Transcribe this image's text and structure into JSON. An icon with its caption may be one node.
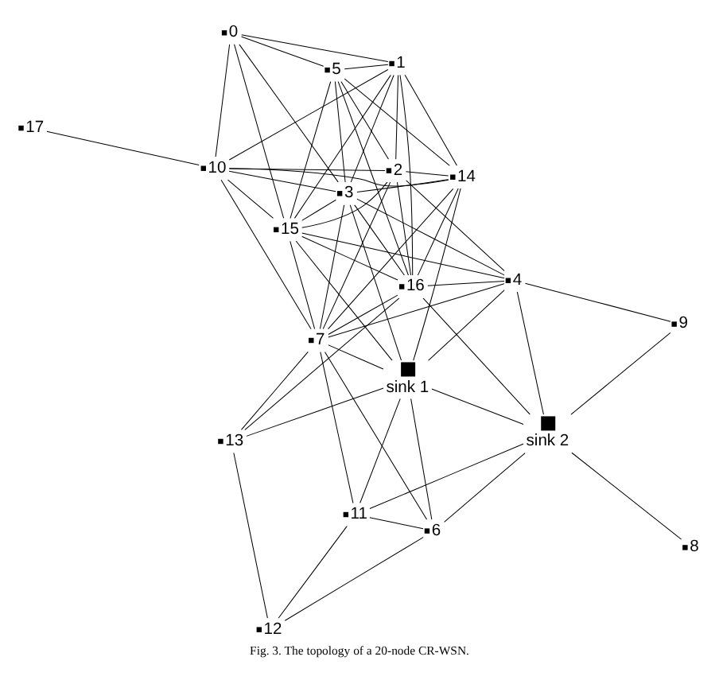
{
  "diagram": {
    "caption": "Fig. 3. The topology of a 20-node CR-WSN.",
    "nodes": [
      {
        "text": [
          "0"
        ]
      },
      {
        "text": [
          "1"
        ]
      },
      {
        "text": [
          "2"
        ]
      },
      {
        "text": [
          "3"
        ]
      },
      {
        "text": [
          "4"
        ]
      },
      {
        "text": [
          "5"
        ]
      },
      {
        "text": [
          "6"
        ]
      },
      {
        "text": [
          "7"
        ]
      },
      {
        "text": [
          "8"
        ]
      },
      {
        "text": [
          "9"
        ]
      },
      {
        "text": [
          "10"
        ]
      },
      {
        "text": [
          "11"
        ]
      },
      {
        "text": [
          "12"
        ]
      },
      {
        "text": [
          "13"
        ]
      },
      {
        "text": [
          "14"
        ]
      },
      {
        "text": [
          "15"
        ]
      },
      {
        "text": [
          "16"
        ]
      },
      {
        "text": [
          "17"
        ]
      },
      {
        "text": [
          "sink 1"
        ]
      },
      {
        "text": [
          "sink 2"
        ]
      }
    ],
    "edges": [
      {
        "from": 17,
        "to": 10,
        "arrow": "none"
      },
      {
        "from": 12,
        "to": 6,
        "arrow": "none"
      },
      {
        "from": 12,
        "to": 13,
        "arrow": "none"
      },
      {
        "from": 12,
        "to": 11,
        "arrow": "none"
      },
      {
        "from": 6,
        "to": 11,
        "arrow": "none"
      },
      {
        "from": 6,
        "to": 7,
        "arrow": "none"
      },
      {
        "from": 6,
        "to": 18,
        "arrow": "none"
      },
      {
        "from": 6,
        "to": 19,
        "arrow": "none"
      },
      {
        "from": 11,
        "to": 7,
        "arrow": "none"
      },
      {
        "from": 11,
        "to": 18,
        "arrow": "none"
      },
      {
        "from": 11,
        "to": 19,
        "arrow": "none"
      },
      {
        "from": 13,
        "to": 7,
        "arrow": "none"
      },
      {
        "from": 13,
        "to": 16,
        "arrow": "none"
      },
      {
        "from": 13,
        "to": 18,
        "arrow": "none"
      },
      {
        "from": 7,
        "to": 10,
        "arrow": "none"
      },
      {
        "from": 7,
        "to": 18,
        "arrow": "none"
      },
      {
        "from": 18,
        "to": 19,
        "arrow": "none"
      },
      {
        "from": 19,
        "to": 8,
        "arrow": "none"
      },
      {
        "from": 7,
        "to": 15,
        "arrow": "none"
      },
      {
        "from": 7,
        "to": 16,
        "arrow": "none"
      },
      {
        "from": 7,
        "to": 14,
        "arrow": "none"
      },
      {
        "from": 7,
        "to": 3,
        "arrow": "none"
      },
      {
        "from": 7,
        "to": 2,
        "arrow": "none"
      },
      {
        "from": 7,
        "to": 4,
        "arrow": "none"
      },
      {
        "from": 10,
        "to": 1,
        "arrow": "none"
      },
      {
        "from": 10,
        "to": 0,
        "arrow": "none"
      },
      {
        "from": 10,
        "to": 15,
        "arrow": "none"
      },
      {
        "from": 10,
        "to": 3,
        "arrow": "none"
      },
      {
        "from": 10,
        "to": 14,
        "arrow": "none"
      },
      {
        "from": 10,
        "to": 2,
        "arrow": "none"
      },
      {
        "from": 1,
        "to": 15,
        "arrow": "none"
      },
      {
        "from": 1,
        "to": 16,
        "arrow": "none"
      },
      {
        "from": 1,
        "to": 14,
        "arrow": "none"
      },
      {
        "from": 1,
        "to": 3,
        "arrow": "none"
      },
      {
        "from": 1,
        "to": 5,
        "arrow": "none"
      },
      {
        "from": 1,
        "to": 2,
        "arrow": "none"
      },
      {
        "from": 1,
        "to": 0,
        "arrow": "none"
      },
      {
        "from": 0,
        "to": 15,
        "arrow": "none"
      },
      {
        "from": 0,
        "to": 3,
        "arrow": "none"
      },
      {
        "from": 0,
        "to": 5,
        "arrow": "none"
      },
      {
        "from": 5,
        "to": 14,
        "arrow": "none"
      },
      {
        "from": 5,
        "to": 15,
        "arrow": "none"
      },
      {
        "from": 5,
        "to": 16,
        "arrow": "none"
      },
      {
        "from": 5,
        "to": 3,
        "arrow": "none"
      },
      {
        "from": 5,
        "to": 2,
        "arrow": "none"
      },
      {
        "from": 2,
        "to": 14,
        "arrow": "none"
      },
      {
        "from": 2,
        "to": 15,
        "arrow": "none"
      },
      {
        "from": 2,
        "to": 16,
        "arrow": "none"
      },
      {
        "from": 2,
        "to": 4,
        "arrow": "none"
      },
      {
        "from": 3,
        "to": 14,
        "arrow": "none"
      },
      {
        "from": 3,
        "to": 15,
        "arrow": "none"
      },
      {
        "from": 3,
        "to": 16,
        "arrow": "none"
      },
      {
        "from": 3,
        "to": 4,
        "arrow": "none"
      },
      {
        "from": 3,
        "to": 18,
        "arrow": "none"
      },
      {
        "from": 14,
        "to": 16,
        "arrow": "none"
      },
      {
        "from": 14,
        "to": 18,
        "arrow": "none"
      },
      {
        "from": 15,
        "to": 16,
        "arrow": "none"
      },
      {
        "from": 15,
        "to": 18,
        "arrow": "none"
      },
      {
        "from": 15,
        "to": 4,
        "arrow": "none"
      },
      {
        "from": 16,
        "to": 4,
        "arrow": "none"
      },
      {
        "from": 16,
        "to": 19,
        "arrow": "none"
      },
      {
        "from": 4,
        "to": 18,
        "arrow": "none"
      },
      {
        "from": 4,
        "to": 19,
        "arrow": "none"
      },
      {
        "from": 4,
        "to": 9,
        "arrow": "none"
      },
      {
        "from": 9,
        "to": 19,
        "arrow": "none"
      }
    ]
  }
}
